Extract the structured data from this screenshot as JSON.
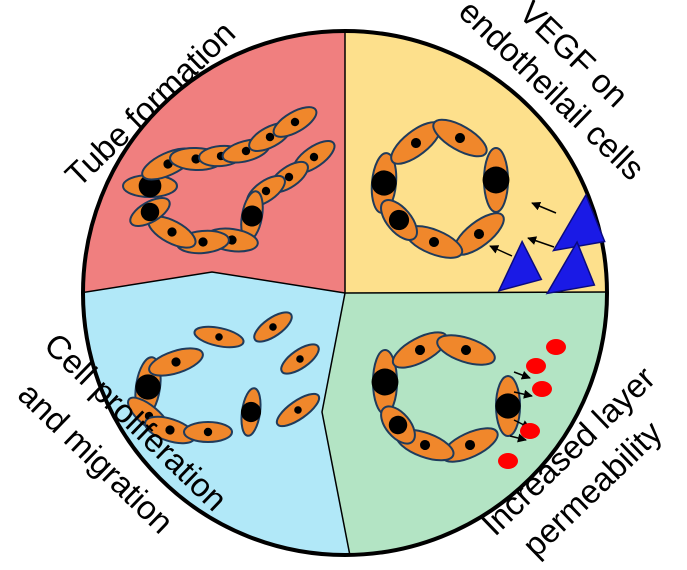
{
  "quadrants": {
    "top_left": {
      "label": "Tube formation",
      "fill": "#f07f7f"
    },
    "top_right": {
      "label_line1": "VEGF on",
      "label_line2": "endotheilail cells",
      "fill": "#fde08c"
    },
    "bottom_left": {
      "label_line1": "Cell proliferation",
      "label_line2": "and migration",
      "fill": "#b1e8f8"
    },
    "bottom_right": {
      "label_line1": "Increased layer",
      "label_line2": "permeability",
      "fill": "#b3e4c4"
    }
  },
  "colors": {
    "cell_fill": "#f0872b",
    "cell_stroke": "#1f3b5c",
    "nucleus": "#000000",
    "vegf_triangle": "#1a1ae6",
    "red_dot": "#ff0000",
    "outline": "#000000"
  },
  "icons": {
    "cell": "endothelial-cell-ellipse",
    "vegf": "triangle",
    "leak": "circle",
    "arrow": "small-arrow"
  }
}
